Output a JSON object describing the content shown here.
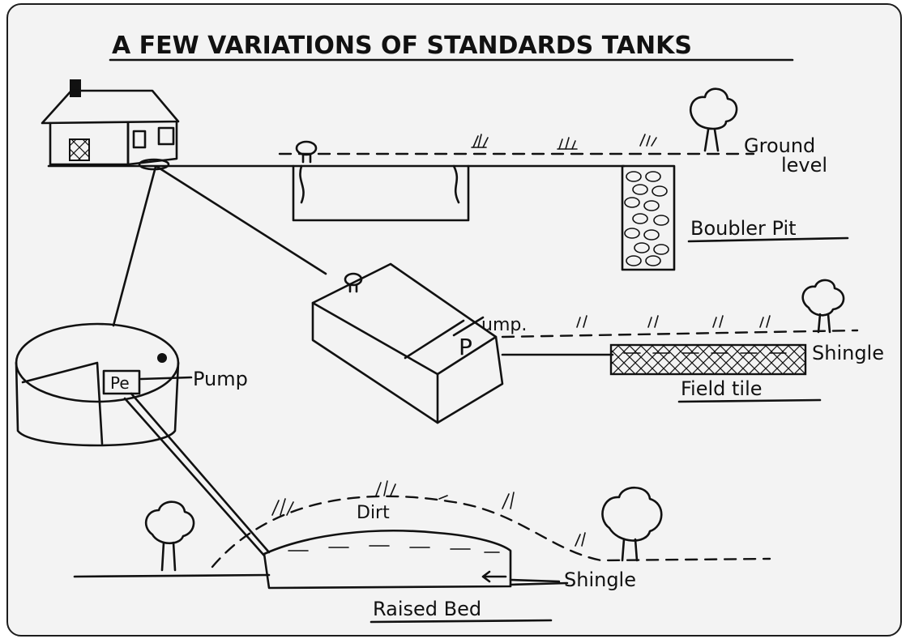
{
  "title": "A FEW VARIATIONS OF STANDARDS TANKS",
  "labels": {
    "ground_level_1": "Ground",
    "ground_level_2": "level",
    "boulder_pit": "Boubler Pit",
    "pump_round": "Pump",
    "pump_round_tag": "Pe",
    "pump_box": "ump.",
    "pump_box_tag": "P",
    "shingle_field": "Shingle",
    "field_tile": "Field tile",
    "dirt": "Dirt",
    "shingle_bed": "Shingle",
    "raised_bed": "Raised Bed"
  },
  "colors": {
    "ink": "#111111",
    "paper": "#f3f3f3"
  }
}
